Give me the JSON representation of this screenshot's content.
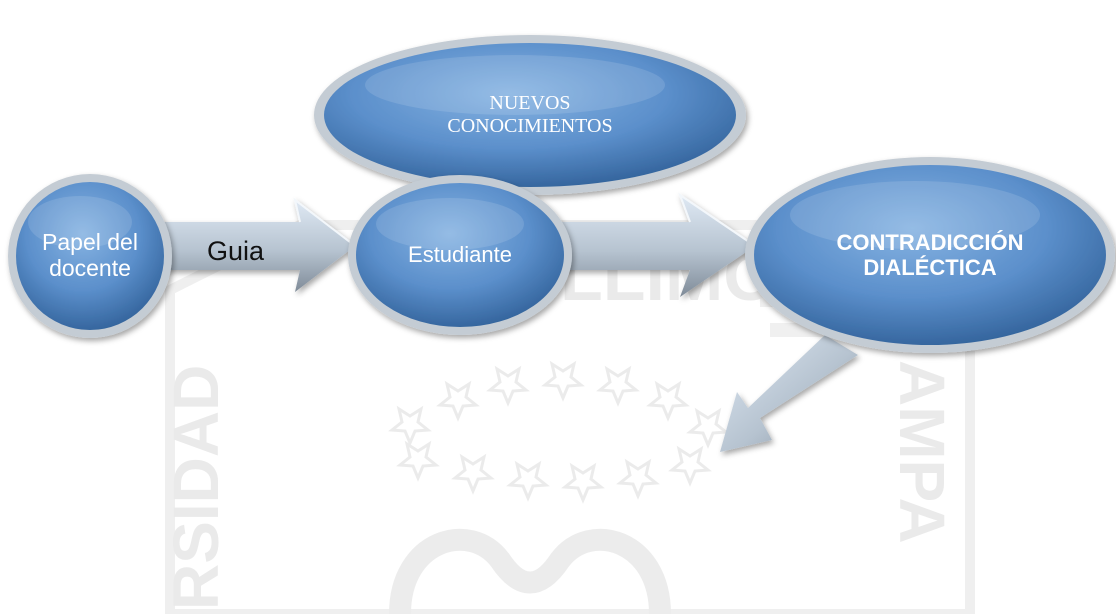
{
  "nodes": {
    "docente": "Papel del\ndocente",
    "nuevos": "NUEVOS\nCONOCIMIENTOS",
    "estudiante": "Estudiante",
    "contradiccion": "CONTRADICCIÓN\nDIALÉCTICA"
  },
  "edges": {
    "guia": "Guia"
  },
  "watermark": {
    "text_left": "RSIDAD",
    "text_right": "AMPA",
    "text_top": "LLIMO"
  },
  "colors": {
    "node_fill": "#5b8fcb",
    "node_dark": "#2f5f97",
    "node_border": "#bcc5cf",
    "arrow_light": "#dde8f3",
    "arrow_dark": "#8a96a3",
    "watermark": "#e6e6e6"
  }
}
